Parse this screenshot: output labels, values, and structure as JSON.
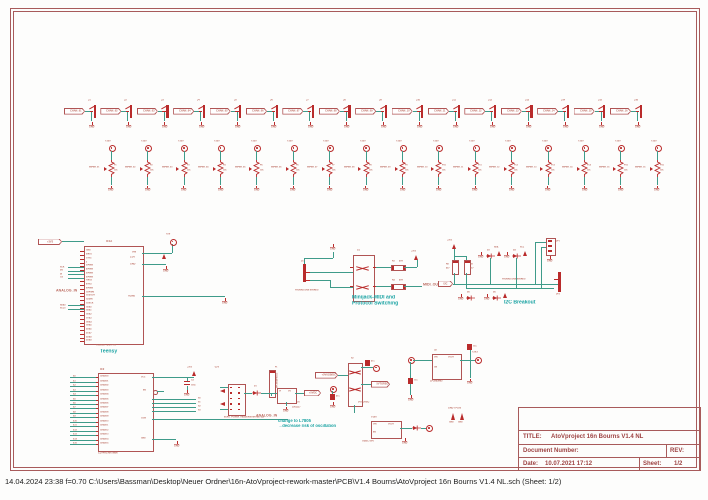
{
  "status_bar": "14.04.2024 23:38  f=0.70  C:\\Users\\Bassman\\Desktop\\Neuer Ordner\\16n-AtoVproject-rework-master\\PCB\\V1.4 Bourns\\AtoVproject 16n Bourns V1.4 NL.sch (Sheet: 1/2)",
  "colors": {
    "frame": "#a85b5b",
    "sym": "#b92b2b",
    "line": "#b05454",
    "wire": "#3f9b8a",
    "teal": "#1ba3a3",
    "tred": "#bb6a5f"
  },
  "labels": {
    "gnd": "GND",
    "p10": "+10V",
    "p5": "+5V",
    "p3v3": "+3V3",
    "analog_in": "ANALOG_IN"
  },
  "title_block": {
    "title_label": "TITLE:",
    "title": "AtoVproject 16n Bourns V1.4 NL",
    "doc_label": "Document Number:",
    "rev_label": "REV:",
    "date_label": "Date:",
    "date": "10.07.2021 17:12",
    "sheet_label": "Sheet:",
    "sheet": "1/2"
  },
  "channels": [
    {
      "jack": "J1",
      "net": "CHAN_01",
      "pot": "P1",
      "wiper": "WIPER_01",
      "val": "10k"
    },
    {
      "jack": "J2",
      "net": "CHAN_02",
      "pot": "P2",
      "wiper": "WIPER_02",
      "val": "10k"
    },
    {
      "jack": "J3",
      "net": "CHAN_03",
      "pot": "P3",
      "wiper": "WIPER_03",
      "val": "10k"
    },
    {
      "jack": "J4",
      "net": "CHAN_04",
      "pot": "P4",
      "wiper": "WIPER_04",
      "val": "10k"
    },
    {
      "jack": "J5",
      "net": "CHAN_05",
      "pot": "P5",
      "wiper": "WIPER_05",
      "val": "10k"
    },
    {
      "jack": "J6",
      "net": "CHAN_06",
      "pot": "P6",
      "wiper": "WIPER_06",
      "val": "10k"
    },
    {
      "jack": "J7",
      "net": "CHAN_07",
      "pot": "P7",
      "wiper": "WIPER_07",
      "val": "10k"
    },
    {
      "jack": "J8",
      "net": "CHAN_08",
      "pot": "P8",
      "wiper": "WIPER_08",
      "val": "10k"
    },
    {
      "jack": "J9",
      "net": "CHAN_09",
      "pot": "P9",
      "wiper": "WIPER_09",
      "val": "10k"
    },
    {
      "jack": "J10",
      "net": "CHAN_10",
      "pot": "P10",
      "wiper": "WIPER_10",
      "val": "10k"
    },
    {
      "jack": "J11",
      "net": "CHAN_11",
      "pot": "P11",
      "wiper": "WIPER_11",
      "val": "10k"
    },
    {
      "jack": "J12",
      "net": "CHAN_12",
      "pot": "P12",
      "wiper": "WIPER_12",
      "val": "10k"
    },
    {
      "jack": "J13",
      "net": "CHAN_13",
      "pot": "P13",
      "wiper": "WIPER_13",
      "val": "10k"
    },
    {
      "jack": "J14",
      "net": "CHAN_14",
      "pot": "P14",
      "wiper": "WIPER_14",
      "val": "10k"
    },
    {
      "jack": "J15",
      "net": "CHAN_15",
      "pot": "P15",
      "wiper": "WIPER_15",
      "val": "10k"
    },
    {
      "jack": "J16",
      "net": "CHAN_16",
      "pot": "P16",
      "wiper": "WIPER_16",
      "val": "10k"
    }
  ],
  "teensy": {
    "designator": "IC1A",
    "name": "TEENSY_3.2_PIN",
    "caption": "Teensy",
    "left_label": "+3V3",
    "pins_left": [
      "GND",
      "0/RX1",
      "1/TX1",
      "2",
      "3/PWM",
      "4/PWM",
      "5/PWM",
      "6/PWM",
      "7/RX3",
      "8/TX3",
      "9/PWM",
      "10/PWM",
      "11/DOUT",
      "12/DIN",
      "13/SCK",
      "14/A0",
      "15/A1",
      "16/A2",
      "17/A3",
      "18/A4",
      "19/A5",
      "20/A6",
      "21/A7",
      "22/A8",
      "23/A9"
    ],
    "pins_right": {
      "vin": "VIN",
      "v33": "3.3V",
      "gnd": "GND",
      "agnd": "AGND"
    },
    "spi_nets": [
      "SCK",
      "DO",
      "DI",
      "CS"
    ],
    "i2c_nets": [
      "SDA0",
      "SCL0"
    ]
  },
  "mux": {
    "designator": "IC2",
    "name": "CD74HC4067M96",
    "left": [
      {
        "net": "A0",
        "pin": "CHAN00"
      },
      {
        "net": "A1",
        "pin": "CHAN01"
      },
      {
        "net": "A2",
        "pin": "CHAN02"
      },
      {
        "net": "A3",
        "pin": "CHAN03"
      },
      {
        "net": "A4",
        "pin": "CHAN04"
      },
      {
        "net": "A5",
        "pin": "CHAN05"
      },
      {
        "net": "A6",
        "pin": "CHAN06"
      },
      {
        "net": "A7",
        "pin": "CHAN07"
      },
      {
        "net": "A8",
        "pin": "CHAN08"
      },
      {
        "net": "A9",
        "pin": "CHAN09"
      },
      {
        "net": "A10",
        "pin": "CHAN10"
      },
      {
        "net": "A11",
        "pin": "CHAN11"
      },
      {
        "net": "A12",
        "pin": "CHAN12"
      },
      {
        "net": "A13",
        "pin": "CHAN13"
      },
      {
        "net": "A14",
        "pin": "CHAN14"
      },
      {
        "net": "A15",
        "pin": "CHAN15"
      }
    ],
    "right": {
      "vcc": "VCC",
      "en": "EN",
      "com": "COM",
      "gnd": "GND"
    },
    "s_nets": [
      "S0",
      "S1",
      "S2",
      "S3"
    ],
    "cap_ref": "C4",
    "cap_val": "100n"
  },
  "midi": {
    "caption1": "Minijack-MIDI and",
    "caption2": "Protocol Switching",
    "jack_name": "THONKICONN STEREO",
    "jack_ref": "J17",
    "sw_ref": "S1",
    "r_top_ref": "R3",
    "r_top_val": "47R",
    "r_bot_ref": "R4",
    "r_bot_val": "47R",
    "midi_out": "MIDI_OUT"
  },
  "i2c": {
    "caption": "I2C Breakout",
    "jack_name": "THONKICONN STEREO",
    "jack_ref": "JP2",
    "header_ref": "JP1",
    "r1_ref": "R8",
    "r1_val": "4k7",
    "r2_ref": "R9",
    "r2_val": "4k7",
    "net_label": "I2C",
    "d_refs": [
      "D3",
      "D4",
      "D5",
      "D6"
    ],
    "d_nets": [
      "SDA",
      "SCL"
    ]
  },
  "psu": {
    "header_name": "EURO_POWER_HEADERINVERTED_AB",
    "neg12": "-12V",
    "d1": "D1",
    "fuse_ref": "F1",
    "fuse_name": "MF-MSMF050-2",
    "reg_ref": "U1",
    "reg_name": "LM1117",
    "vi": "VI",
    "vo": "VO",
    "out_net": "+5VDC",
    "note1": "change to L7805",
    "note2": "→decrease risk of oscillation"
  },
  "sel5v": {
    "sw_ref": "S2",
    "in_net": "+5VUSB/DC",
    "out_net": "5VTOREG",
    "net_txt": "5VTOREG",
    "cap1_val": "47u",
    "cap2_val": "47u"
  },
  "reg33": {
    "ref": "U2",
    "name": "LP2985IM5",
    "vin": "VIN",
    "vout": "VOUT",
    "on": "ON",
    "cin_val": "10u",
    "cout_val": "10u"
  },
  "usb5v": {
    "ref": "V100",
    "name": "USBC-5V0",
    "vin": "VIN",
    "vout": "VOUT",
    "en": "EN",
    "tp_text": "GND TP100",
    "tp1": "GND",
    "tp2": "GND"
  }
}
